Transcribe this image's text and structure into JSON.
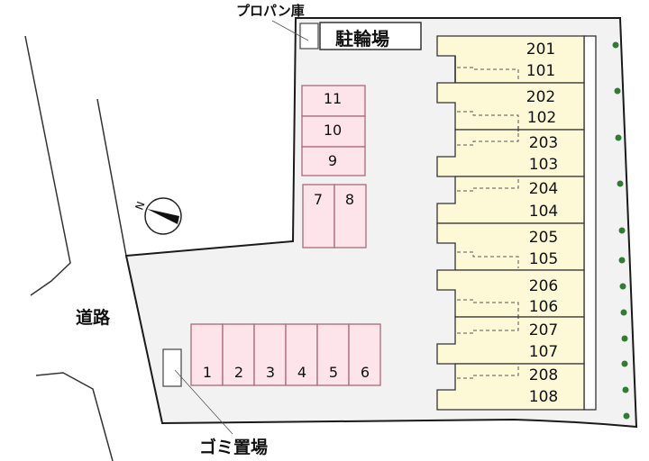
{
  "labels": {
    "propane_storage": "プロパン庫",
    "bicycle_parking": "駐輪場",
    "road": "道路",
    "garbage_area": "ゴミ置場",
    "north_mark": "N"
  },
  "colors": {
    "lot_fill": "#f2f2f2",
    "building_fill": "#fdf9d6",
    "parking_fill": "#fde3ea",
    "parking_stroke": "#b07080",
    "tree_dot": "#2e7d32",
    "line": "#222222"
  },
  "building_units": [
    {
      "upper": "201",
      "lower": "101"
    },
    {
      "upper": "202",
      "lower": "102"
    },
    {
      "upper": "203",
      "lower": "103"
    },
    {
      "upper": "204",
      "lower": "104"
    },
    {
      "upper": "205",
      "lower": "105"
    },
    {
      "upper": "206",
      "lower": "106"
    },
    {
      "upper": "207",
      "lower": "107"
    },
    {
      "upper": "208",
      "lower": "108"
    }
  ],
  "parking_top": [
    "11",
    "10",
    "9"
  ],
  "parking_mid": [
    "7",
    "8"
  ],
  "parking_bottom": [
    "1",
    "2",
    "3",
    "4",
    "5",
    "6"
  ]
}
